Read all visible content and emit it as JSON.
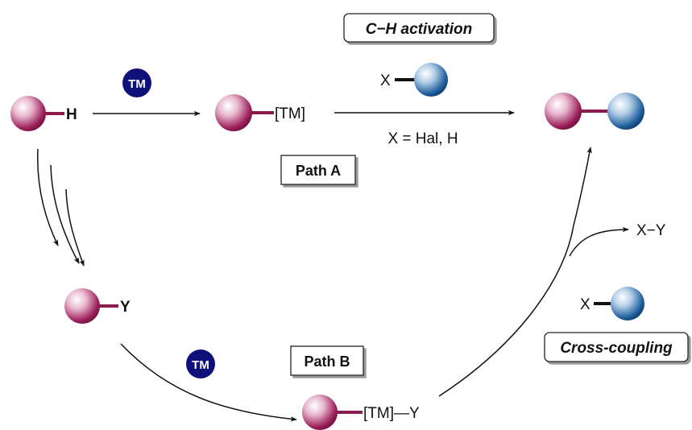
{
  "labels": {
    "h": "H",
    "tm_bracket": "[TM]",
    "x_top": "X",
    "x_eq": "X = Hal, H",
    "y": "Y",
    "tm_y": "[TM]—Y",
    "x_y": "X−Y",
    "x_bottom": "X"
  },
  "badges": {
    "tm_top": "TM",
    "tm_bottom": "TM"
  },
  "boxes": {
    "ch_activation": "C−H activation",
    "path_a": "Path A",
    "path_b": "Path B",
    "cross_coupling": "Cross-coupling"
  },
  "colors": {
    "purple_ball": "#9c1f5a",
    "blue_ball": "#1f5f9e",
    "tm_badge": "#10107a",
    "bond": "#8b1a4f"
  }
}
